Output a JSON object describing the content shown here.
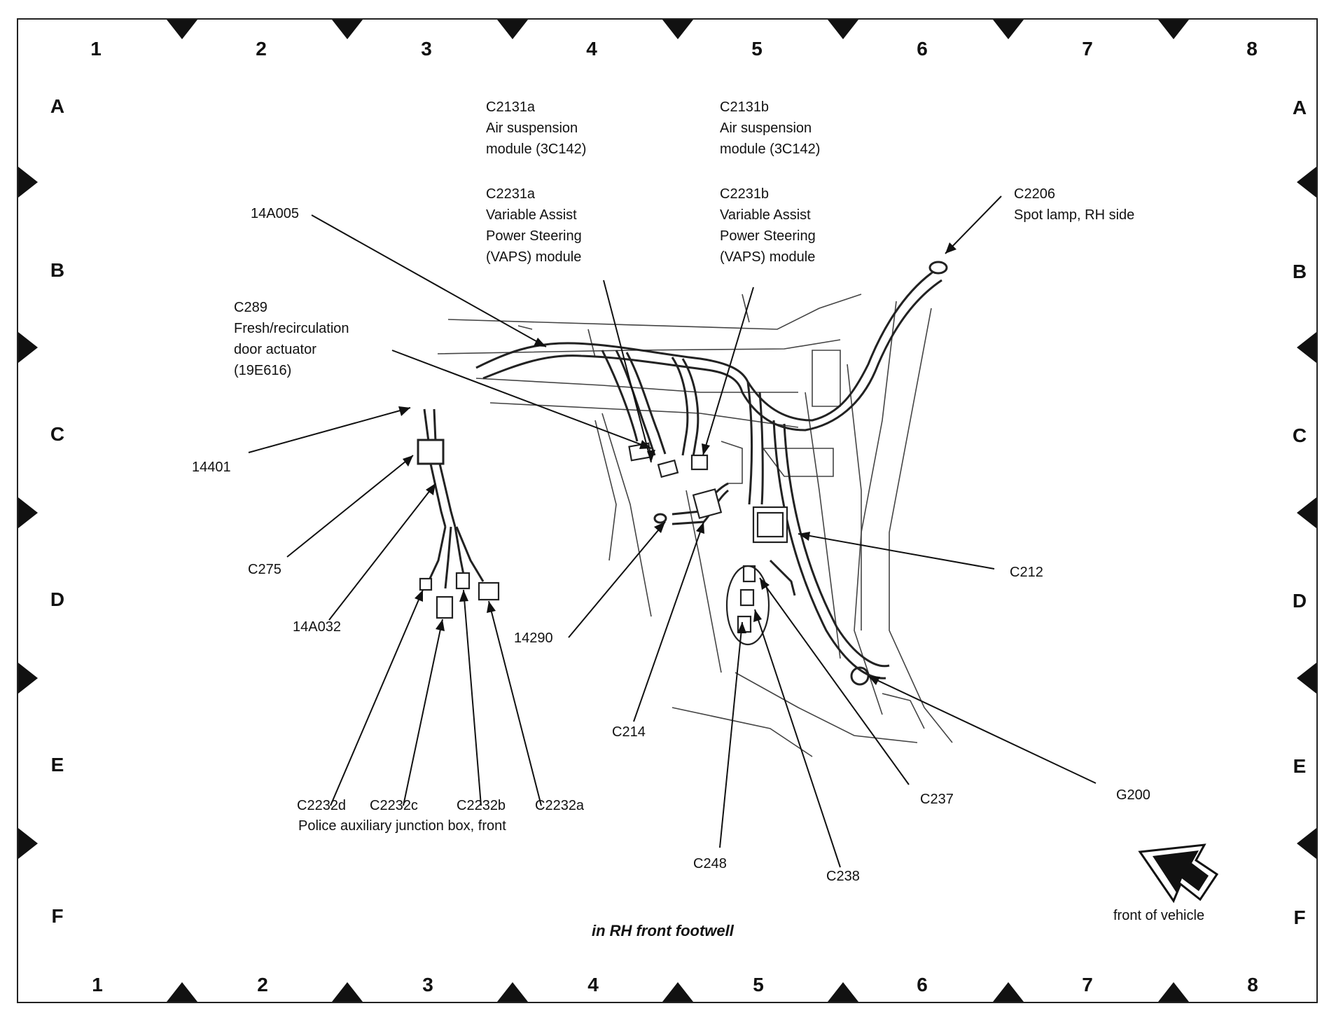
{
  "grid": {
    "columns": [
      "1",
      "2",
      "3",
      "4",
      "5",
      "6",
      "7",
      "8"
    ],
    "rows": [
      "A",
      "B",
      "C",
      "D",
      "E",
      "F"
    ]
  },
  "labels": {
    "c2131a": [
      "C2131a",
      "Air suspension",
      "module (3C142)"
    ],
    "c2131b": [
      "C2131b",
      "Air suspension",
      "module (3C142)"
    ],
    "c2231a": [
      "C2231a",
      "Variable Assist",
      "Power Steering",
      "(VAPS) module"
    ],
    "c2231b": [
      "C2231b",
      "Variable Assist",
      "Power Steering",
      "(VAPS) module"
    ],
    "c2206": [
      "C2206",
      "Spot lamp, RH side"
    ],
    "c289": [
      "C289",
      "Fresh/recirculation",
      "door actuator",
      "(19E616)"
    ],
    "p14A005": "14A005",
    "p14401": "14401",
    "c275": "C275",
    "p14A032": "14A032",
    "p14290": "14290",
    "c214": "C214",
    "c212": "C212",
    "c237": "C237",
    "g200": "G200",
    "c248": "C248",
    "c238": "C238",
    "c2232d": "C2232d",
    "c2232c": "C2232c",
    "c2232b": "C2232b",
    "c2232a": "C2232a",
    "junction_box": "Police auxiliary junction box, front",
    "front_of_vehicle": "front of vehicle"
  },
  "caption": "in RH front footwell"
}
